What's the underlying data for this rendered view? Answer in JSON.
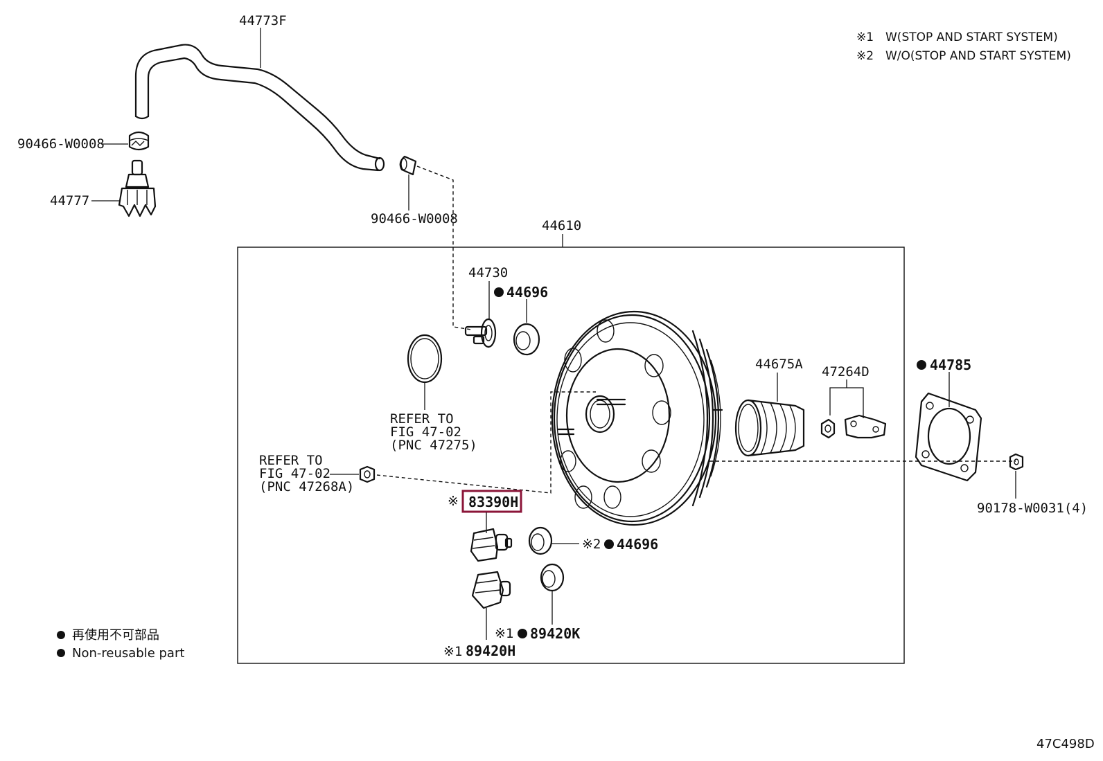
{
  "notes": [
    {
      "mark": "※1",
      "text": "W(STOP AND START SYSTEM)"
    },
    {
      "mark": "※2",
      "text": "W/O(STOP AND START SYSTEM)"
    }
  ],
  "legend": {
    "symbol": "●",
    "line1": "再使用不可部品",
    "line2": "Non-reusable part"
  },
  "figure_code": "47C498D",
  "parts": {
    "hose": "44773F",
    "clip_left": "90466-W0008",
    "valve": "44777",
    "clip_right": "90466-W0008",
    "booster_assy": "44610",
    "check_valve": "44730",
    "grommet_top": "44696",
    "grommet_bottom": "44696",
    "boot": "44675A",
    "clevis": "47264D",
    "gasket": "44785",
    "nut": "90178-W0031(4)",
    "sensor_highlight": "83390H",
    "sensor_lower": "89420H",
    "plug": "89420K"
  },
  "marks": {
    "highlight_prefix": "※",
    "grommet_bottom_prefix": "※2",
    "plug_prefix": "※1",
    "sensor_lower_prefix": "※1",
    "nonreuse": "●"
  },
  "refs": {
    "ring": [
      "REFER TO",
      "FIG 47-02",
      "(PNC 47275)"
    ],
    "nut": [
      "REFER TO",
      "FIG 47-02",
      "(PNC 47268A)"
    ]
  },
  "colors": {
    "highlight": "#8b1538",
    "line": "#111111"
  }
}
